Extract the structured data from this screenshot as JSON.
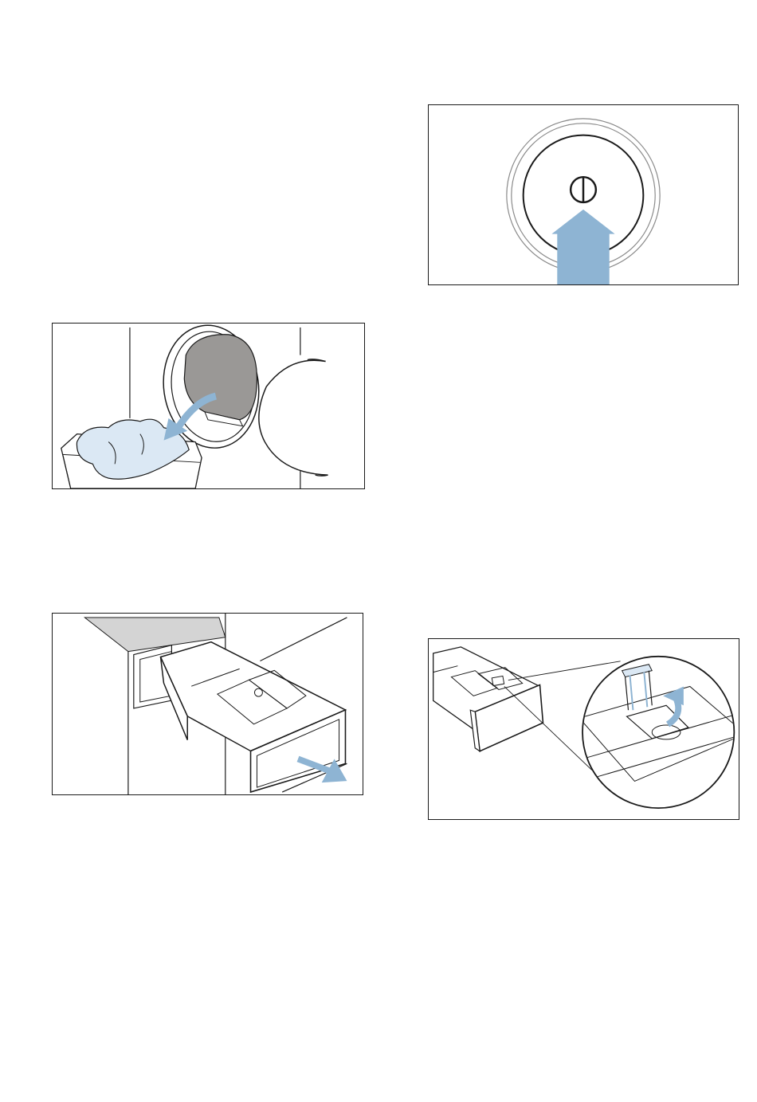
{
  "colors": {
    "line": "#1a1a1a",
    "arrow_blue": "#8eb4d3",
    "laundry_blue": "#dbe8f4",
    "drum_grey": "#9a9896",
    "panel_grey": "#d4d4d4"
  },
  "figures": [
    {
      "id": "power",
      "icon": "power-button-icon"
    },
    {
      "id": "unload",
      "icon": "laundry-basket-icon"
    },
    {
      "id": "drawer",
      "icon": "detergent-drawer-icon"
    },
    {
      "id": "insert",
      "icon": "drawer-insert-icon"
    }
  ]
}
